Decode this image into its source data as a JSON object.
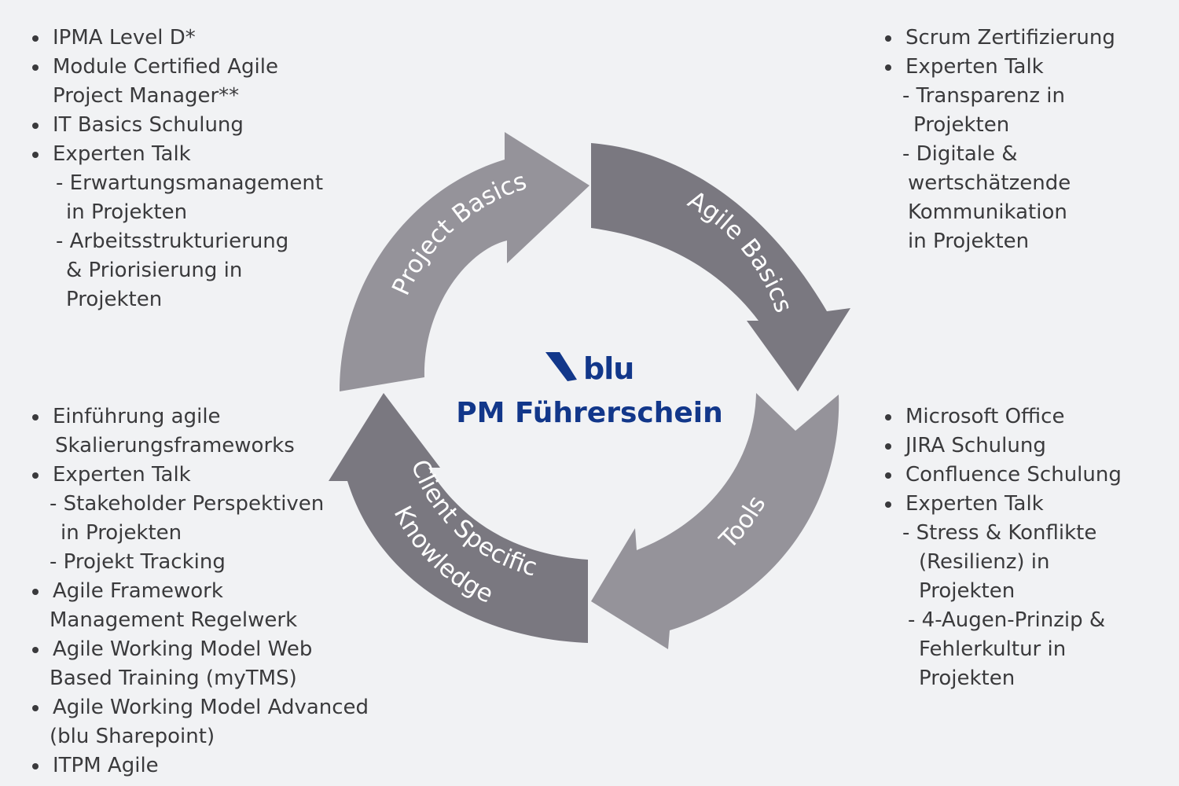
{
  "segments": {
    "project_basics": "Project Basics",
    "agile_basics": "Agile Basics",
    "tools": "Tools",
    "client_line1": "Client Specific",
    "client_line2": "Knowledge"
  },
  "center": {
    "brand": "blu",
    "title": "PM Führerschein"
  },
  "colors": {
    "arrow_light": "#95939a",
    "arrow_dark": "#7a7880",
    "brand_blue": "#12378a",
    "text": "#3a3a3c"
  },
  "panels": {
    "top_left": [
      {
        "text": "IPMA Level D*",
        "bullet": true,
        "indent": 0
      },
      {
        "text": "Module Certified Agile",
        "bullet": true,
        "indent": 0
      },
      {
        "text": "Project Manager**",
        "bullet": false,
        "indent": 0
      },
      {
        "text": "IT Basics Schulung",
        "bullet": true,
        "indent": 0
      },
      {
        "text": "Experten Talk",
        "bullet": true,
        "indent": 0
      },
      {
        "text": "- Erwartungsmanagement",
        "bullet": false,
        "indent": 4
      },
      {
        "text": "in Projekten",
        "bullet": false,
        "indent": 17
      },
      {
        "text": "- Arbeitsstrukturierung",
        "bullet": false,
        "indent": 4
      },
      {
        "text": "& Priorisierung in",
        "bullet": false,
        "indent": 17
      },
      {
        "text": "Projekten",
        "bullet": false,
        "indent": 17
      }
    ],
    "top_right": [
      {
        "text": "Scrum Zertifizierung",
        "bullet": true,
        "indent": 0
      },
      {
        "text": "Experten Talk",
        "bullet": true,
        "indent": 0
      },
      {
        "text": "- Transparenz in",
        "bullet": false,
        "indent": -4
      },
      {
        "text": "Projekten",
        "bullet": false,
        "indent": 10
      },
      {
        "text": "- Digitale &",
        "bullet": false,
        "indent": -4
      },
      {
        "text": "wertschätzende",
        "bullet": false,
        "indent": 3
      },
      {
        "text": "Kommunikation",
        "bullet": false,
        "indent": 3
      },
      {
        "text": "in Projekten",
        "bullet": false,
        "indent": 3
      }
    ],
    "bottom_left": [
      {
        "text": "Einführung agile",
        "bullet": true,
        "indent": 0
      },
      {
        "text": "Skalierungsframeworks",
        "bullet": false,
        "indent": 3
      },
      {
        "text": "Experten Talk",
        "bullet": true,
        "indent": 0
      },
      {
        "text": "- Stakeholder Perspektiven",
        "bullet": false,
        "indent": -4
      },
      {
        "text": "in Projekten",
        "bullet": false,
        "indent": 10
      },
      {
        "text": "- Projekt Tracking",
        "bullet": false,
        "indent": -4
      },
      {
        "text": "Agile Framework",
        "bullet": true,
        "indent": 0
      },
      {
        "text": "Management Regelwerk",
        "bullet": false,
        "indent": -4
      },
      {
        "text": "Agile Working Model Web",
        "bullet": true,
        "indent": 0
      },
      {
        "text": "Based Training (myTMS)",
        "bullet": false,
        "indent": -4
      },
      {
        "text": "Agile Working Model Advanced",
        "bullet": true,
        "indent": 0
      },
      {
        "text": "(blu Sharepoint)",
        "bullet": false,
        "indent": -4
      },
      {
        "text": "ITPM Agile",
        "bullet": true,
        "indent": 0
      }
    ],
    "bottom_right": [
      {
        "text": "Microsoft Office",
        "bullet": true,
        "indent": 0
      },
      {
        "text": "JIRA Schulung",
        "bullet": true,
        "indent": 0
      },
      {
        "text": "Confluence Schulung",
        "bullet": true,
        "indent": 0
      },
      {
        "text": "Experten Talk",
        "bullet": true,
        "indent": 0
      },
      {
        "text": "- Stress & Konflikte",
        "bullet": false,
        "indent": -4
      },
      {
        "text": "(Resilienz) in",
        "bullet": false,
        "indent": 17
      },
      {
        "text": "Projekten",
        "bullet": false,
        "indent": 17
      },
      {
        "text": "- 4-Augen-Prinzip &",
        "bullet": false,
        "indent": 3
      },
      {
        "text": "Fehlerkultur in",
        "bullet": false,
        "indent": 17
      },
      {
        "text": "Projekten",
        "bullet": false,
        "indent": 17
      }
    ]
  }
}
